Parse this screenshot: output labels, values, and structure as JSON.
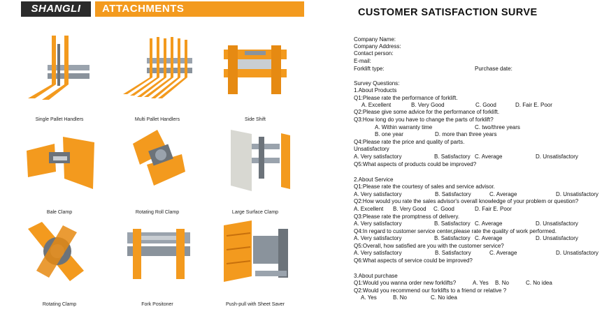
{
  "banner": {
    "brand": "SHANGLI",
    "title": "ATTACHMENTS"
  },
  "attachments": [
    "Single Pallet Handlers",
    "Multi Pallet Handlers",
    "Side Shift",
    "Bale Clamp",
    "Rotating Roll Clamp",
    "Large Surface Clamp",
    "Rotating Clamp",
    "Fork Positoner",
    "Push-pull with Sheet Saver"
  ],
  "survey": {
    "title": "CUSTOMER SATISFACTION SURVE",
    "fields": [
      "Company Name:",
      "Company Address:",
      "Contact person:",
      "E-mail:",
      "Forklift type:"
    ],
    "purchase_date": "Purchase date:",
    "survey_questions": "Survey Questions:",
    "products": {
      "heading": "1.About Products",
      "q1": "Q1:Please rate the performance of forklift.",
      "q1_opts": [
        "A.  Excellent",
        "B.  Very Good",
        "C. Good",
        "D. Fair E. Poor"
      ],
      "q2": "Q2:Please give some advice for the performance of forklift.",
      "q3": "Q3:How long do you have to change the parts of forklift?",
      "q3_opts": [
        "A. Within warranty time",
        "C. two/three years",
        "B. one year",
        "D. more than three years"
      ],
      "q4": "Q4:Please rate the price and quality of parts.",
      "q4_unsat": "Unsatisfactory",
      "q4_opts": [
        "A. Very satisfactory",
        "B. Satisfactory",
        "C. Average",
        "D. Unsatisfactory"
      ],
      "q5": "Q5:What aspects of products could be improved?"
    },
    "service": {
      "heading": "2.About Service",
      "q1": "Q1:Please rate the courtesy of sales and service advisor.",
      "q1_opts": [
        "A. Very satisfactory",
        "B. Satisfactory",
        "C. Average",
        "D. Unsatisfactory"
      ],
      "q2": "Q2:How would you rate the sales advisor's overall knowledge of your problem or question?",
      "q2_opts": [
        "A.  Excellent",
        "B.  Very Good",
        "C. Good",
        "D. Fair E. Poor"
      ],
      "q3": "Q3:Please rate the promptness of delivery.",
      "q3_opts": [
        "A. Very satisfactory",
        "B. Satisfactory",
        "C. Average",
        "D. Unsatisfactory"
      ],
      "q4": "Q4:In regard to customer service center,please rate the quality of work performed.",
      "q4_opts": [
        "A. Very satisfactory",
        "B. Satisfactory",
        "C. Average",
        "D. Unsatisfactory"
      ],
      "q5": "Q5:Overall, how satisfied are you with the customer service?",
      "q5_opts": [
        "A. Very satisfactory",
        "B. Satisfactory",
        "C. Average",
        "D. Unsatisfactory"
      ],
      "q6": "Q6:What aspects of service could be improved?"
    },
    "purchase": {
      "heading": "3.About purchase",
      "q1": "Q1:Would you wanna order new forklifts?",
      "q1_opts": [
        "A. Yes",
        "B. No",
        "C. No idea"
      ],
      "q2": "Q2:Would you recommend our forklifts to a friend or relative ?",
      "q2_opts": [
        "A. Yes",
        "B. No",
        "C. No idea"
      ]
    }
  }
}
